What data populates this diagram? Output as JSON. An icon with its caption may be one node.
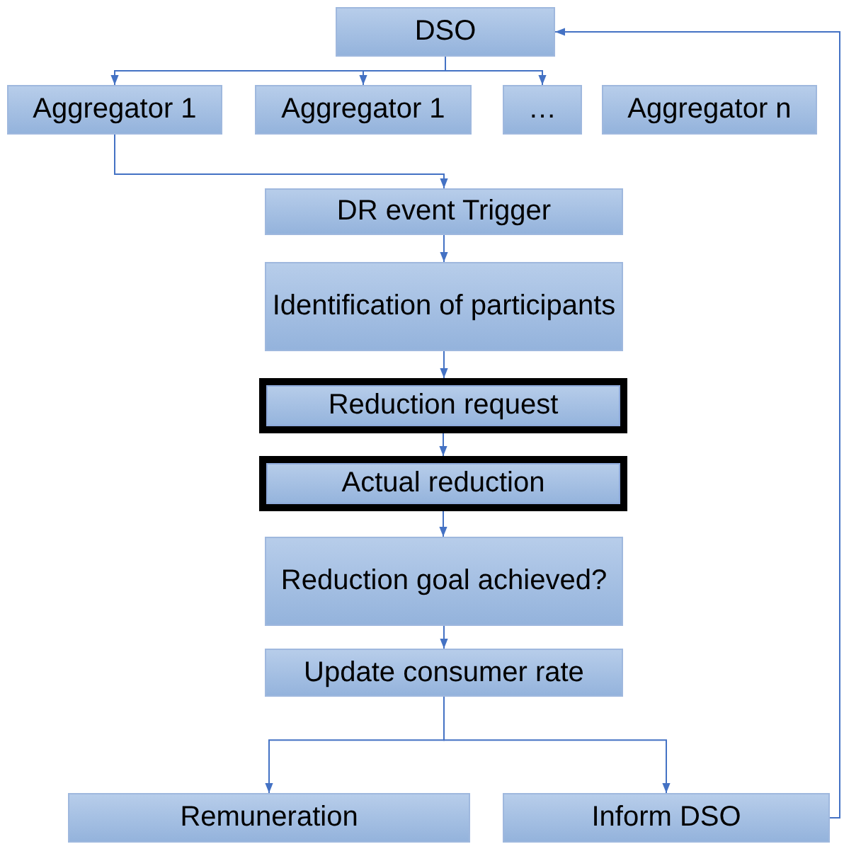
{
  "diagram": {
    "nodes": [
      {
        "text": [
          "DSO"
        ]
      },
      {
        "text": [
          "Aggregator 1"
        ]
      },
      {
        "text": [
          "Aggregator 1"
        ]
      },
      {
        "text": [
          "…"
        ]
      },
      {
        "text": [
          "Aggregator n"
        ]
      },
      {
        "text": [
          "DR event Trigger"
        ]
      },
      {
        "text": [
          "Identification of participants"
        ]
      },
      {
        "text": [
          "Reduction request"
        ]
      },
      {
        "text": [
          "Actual reduction"
        ]
      },
      {
        "text": [
          "Reduction goal achieved?"
        ]
      },
      {
        "text": [
          "Update consumer rate"
        ]
      },
      {
        "text": [
          "Remuneration"
        ]
      },
      {
        "text": [
          "Inform DSO"
        ]
      }
    ],
    "edges": [
      {
        "from": 0,
        "to": 1,
        "arrow": "to"
      },
      {
        "from": 0,
        "to": 2,
        "arrow": "to"
      },
      {
        "from": 0,
        "to": 3,
        "arrow": "to"
      },
      {
        "from": 1,
        "to": 5,
        "arrow": "to"
      },
      {
        "from": 5,
        "to": 6,
        "arrow": "to"
      },
      {
        "from": 6,
        "to": 7,
        "arrow": "to"
      },
      {
        "from": 7,
        "to": 8,
        "arrow": "to"
      },
      {
        "from": 8,
        "to": 9,
        "arrow": "to"
      },
      {
        "from": 9,
        "to": 10,
        "arrow": "to"
      },
      {
        "from": 10,
        "to": 11,
        "arrow": "to"
      },
      {
        "from": 10,
        "to": 12,
        "arrow": "to"
      },
      {
        "from": 12,
        "to": 0,
        "arrow": "to"
      }
    ]
  }
}
